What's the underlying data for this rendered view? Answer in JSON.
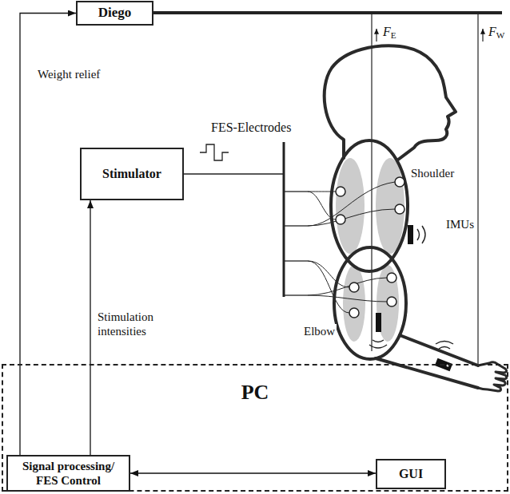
{
  "diagram": {
    "nodes": [
      {
        "text": [
          "Diego"
        ]
      },
      {
        "text": [
          "Stimulator"
        ]
      },
      {
        "text": [
          "PC"
        ]
      },
      {
        "text": [
          "Signal processing/ FES Control"
        ],
        "in": 2
      },
      {
        "text": [
          "GUI"
        ],
        "in": 2
      }
    ],
    "edges": [
      {
        "from": 3,
        "to": 0,
        "label": "Weight relief",
        "arrow": "to"
      },
      {
        "from": 3,
        "to": 1,
        "label": "Stimulation intensities",
        "arrow": "to"
      },
      {
        "from": 3,
        "to": 4,
        "arrow": "both"
      }
    ],
    "labels": [
      "FE",
      "FW",
      "FES-Electrodes",
      "Shoulder",
      "IMUs",
      "Elbow"
    ]
  }
}
